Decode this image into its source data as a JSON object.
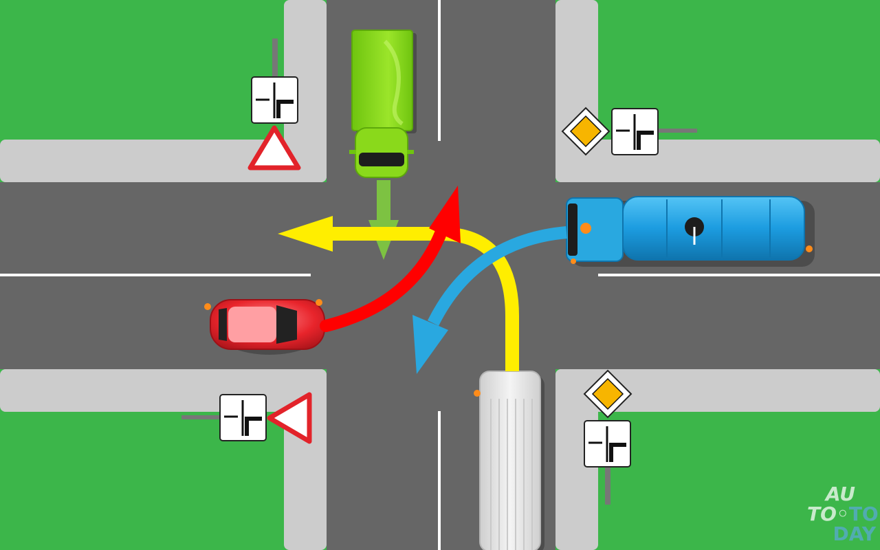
{
  "scene": {
    "description_type": "intersection-right-of-way-diagram",
    "colors": {
      "grass": "#3cb64a",
      "asphalt": "#666666",
      "sidewalk": "#cccccc",
      "lane_mark": "#ffffff",
      "green_truck": "#8ad91b",
      "red_car": "#e8242b",
      "blue_tanker": "#1c9ce0",
      "white_van": "#e6e6e6",
      "arrow_green": "#7dc242",
      "arrow_yellow": "#ffee00",
      "arrow_red": "#ff0000",
      "arrow_blue": "#29a8e0",
      "priority_sign": "#f7b500",
      "yield_sign_border": "#e2232a"
    },
    "vehicles": [
      {
        "name": "green-truck",
        "approach": "north",
        "maneuver": "straight"
      },
      {
        "name": "red-car",
        "approach": "west",
        "maneuver": "left-turn"
      },
      {
        "name": "blue-tanker",
        "approach": "east",
        "maneuver": "left-turn"
      },
      {
        "name": "white-van",
        "approach": "south",
        "maneuver": "left-turn"
      }
    ],
    "signs": [
      {
        "name": "yield-sign-northwest",
        "type": "give-way",
        "plate": "main-road-direction"
      },
      {
        "name": "priority-sign-northeast",
        "type": "main-road",
        "plate": "main-road-direction"
      },
      {
        "name": "yield-sign-southwest",
        "type": "give-way",
        "plate": "main-road-direction"
      },
      {
        "name": "priority-sign-southeast",
        "type": "main-road",
        "plate": "main-road-direction"
      }
    ]
  },
  "watermark": {
    "line1": "AU",
    "line2a": "TO",
    "line2sep": "◦",
    "line2b": "TO",
    "line3": "DAY"
  }
}
